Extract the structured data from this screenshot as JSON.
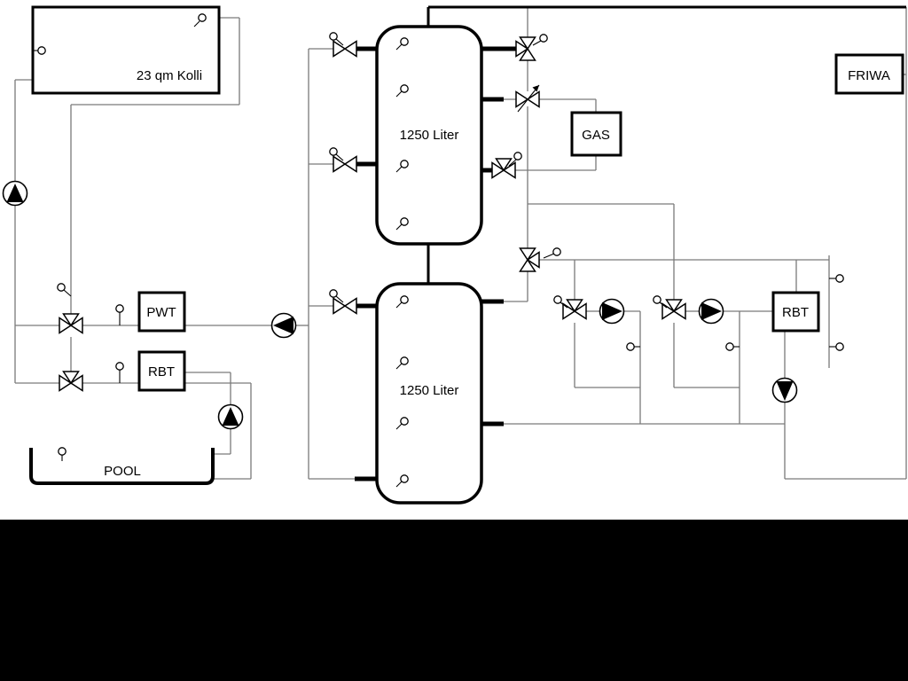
{
  "diagram": {
    "colors": {
      "background": "#ffffff",
      "bottom_bar": "#000000",
      "outline": "#000000",
      "pipe": "#7a7a7a"
    },
    "components": {
      "collector": {
        "label": "23 qm Kolli"
      },
      "buffer_tank_1": {
        "label": "1250 Liter"
      },
      "buffer_tank_2": {
        "label": "1250 Liter"
      },
      "gas_boiler": {
        "label": "GAS"
      },
      "friwa": {
        "label": "FRIWA"
      },
      "pwt": {
        "label": "PWT"
      },
      "rbt_left": {
        "label": "RBT"
      },
      "rbt_right": {
        "label": "RBT"
      },
      "pool": {
        "label": "POOL"
      }
    },
    "icons": {
      "pump": "circle-with-filled-triangle",
      "valve": "bowtie",
      "three_way_valve": "bowtie-with-third-port",
      "mixing_valve": "bowtie-with-arrow",
      "sensor": "small-circle-with-stub"
    }
  }
}
